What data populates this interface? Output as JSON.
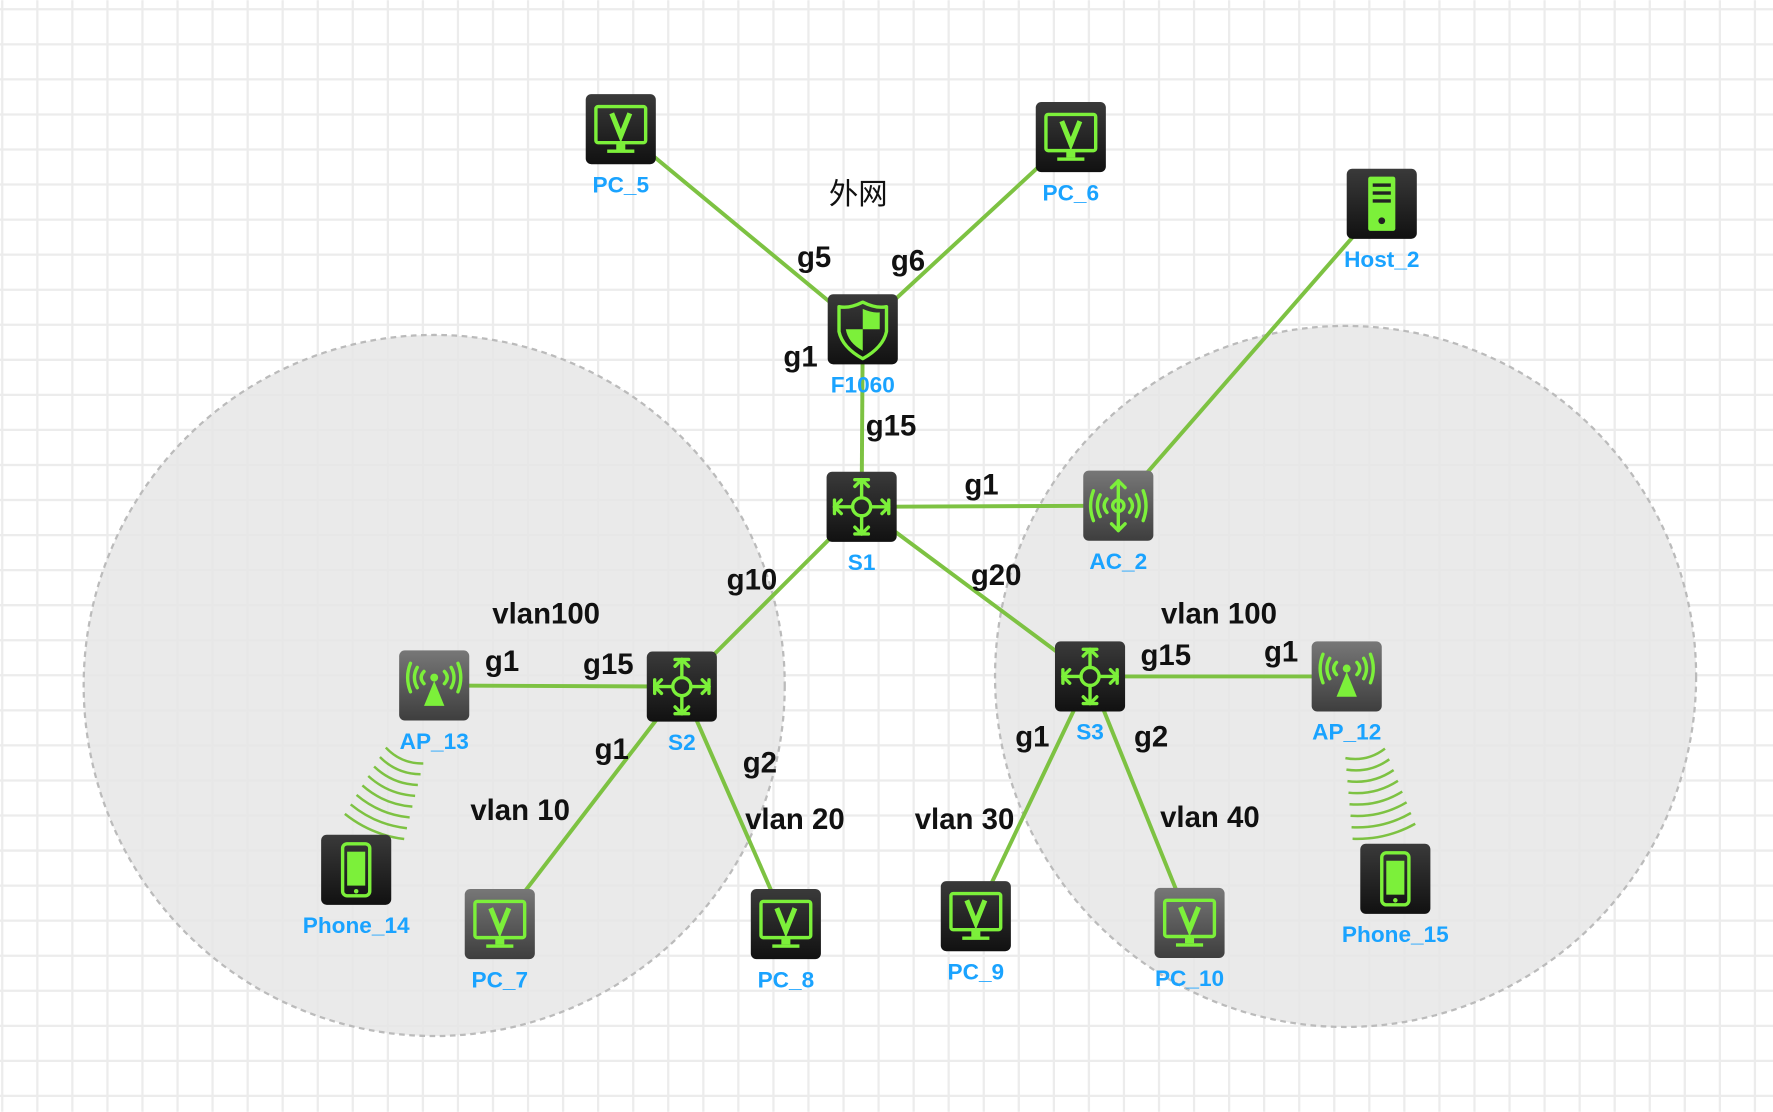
{
  "colors": {
    "link": "#7dc242",
    "glyph": "#7cf03a",
    "label": "#1aa3ff",
    "area_fill": "#e6e6e6",
    "area_border": "#bbbbbb",
    "grid": "#ececec"
  },
  "nodes": [
    {
      "id": "PC_5",
      "label": "PC_5",
      "type": "pc",
      "style": "dark"
    },
    {
      "id": "PC_6",
      "label": "PC_6",
      "type": "pc",
      "style": "dark"
    },
    {
      "id": "Host_2",
      "label": "Host_2",
      "type": "server",
      "style": "dark"
    },
    {
      "id": "F1060",
      "label": "F1060",
      "type": "firewall",
      "style": "dark"
    },
    {
      "id": "S1",
      "label": "S1",
      "type": "switch",
      "style": "dark"
    },
    {
      "id": "AC_2",
      "label": "AC_2",
      "type": "ac",
      "style": "gray"
    },
    {
      "id": "S2",
      "label": "S2",
      "type": "switch",
      "style": "dark"
    },
    {
      "id": "S3",
      "label": "S3",
      "type": "switch",
      "style": "dark"
    },
    {
      "id": "AP_13",
      "label": "AP_13",
      "type": "ap",
      "style": "gray"
    },
    {
      "id": "AP_12",
      "label": "AP_12",
      "type": "ap",
      "style": "gray"
    },
    {
      "id": "Phone_14",
      "label": "Phone_14",
      "type": "phone",
      "style": "dark"
    },
    {
      "id": "PC_7",
      "label": "PC_7",
      "type": "pc",
      "style": "gray"
    },
    {
      "id": "PC_8",
      "label": "PC_8",
      "type": "pc",
      "style": "dark"
    },
    {
      "id": "PC_9",
      "label": "PC_9",
      "type": "pc",
      "style": "dark"
    },
    {
      "id": "PC_10",
      "label": "PC_10",
      "type": "pc",
      "style": "gray"
    },
    {
      "id": "Phone_15",
      "label": "Phone_15",
      "type": "phone",
      "style": "dark"
    }
  ],
  "links": [
    {
      "from": "PC_5",
      "to": "F1060",
      "type": "wired"
    },
    {
      "from": "PC_6",
      "to": "F1060",
      "type": "wired"
    },
    {
      "from": "F1060",
      "to": "S1",
      "type": "wired"
    },
    {
      "from": "S1",
      "to": "AC_2",
      "type": "wired"
    },
    {
      "from": "AC_2",
      "to": "Host_2",
      "type": "wired"
    },
    {
      "from": "S1",
      "to": "S2",
      "type": "wired"
    },
    {
      "from": "S1",
      "to": "S3",
      "type": "wired"
    },
    {
      "from": "S2",
      "to": "AP_13",
      "type": "wired"
    },
    {
      "from": "S2",
      "to": "PC_7",
      "type": "wired"
    },
    {
      "from": "S2",
      "to": "PC_8",
      "type": "wired"
    },
    {
      "from": "S3",
      "to": "AP_12",
      "type": "wired"
    },
    {
      "from": "S3",
      "to": "PC_9",
      "type": "wired"
    },
    {
      "from": "S3",
      "to": "PC_10",
      "type": "wired"
    },
    {
      "from": "AP_13",
      "to": "Phone_14",
      "type": "wireless"
    },
    {
      "from": "AP_12",
      "to": "Phone_15",
      "type": "wireless"
    }
  ],
  "annotations": [
    {
      "text": "外网",
      "kind": "zone"
    },
    {
      "text": "g5",
      "kind": "port"
    },
    {
      "text": "g6",
      "kind": "port"
    },
    {
      "text": "g1",
      "kind": "port"
    },
    {
      "text": "g15",
      "kind": "port"
    },
    {
      "text": "g1",
      "kind": "port"
    },
    {
      "text": "g10",
      "kind": "port"
    },
    {
      "text": "g20",
      "kind": "port"
    },
    {
      "text": "vlan100",
      "kind": "vlan"
    },
    {
      "text": "g1",
      "kind": "port"
    },
    {
      "text": "g15",
      "kind": "port"
    },
    {
      "text": "g1",
      "kind": "port"
    },
    {
      "text": "g2",
      "kind": "port"
    },
    {
      "text": "vlan 10",
      "kind": "vlan"
    },
    {
      "text": "vlan 20",
      "kind": "vlan"
    },
    {
      "text": "vlan 30",
      "kind": "vlan"
    },
    {
      "text": "g1",
      "kind": "port"
    },
    {
      "text": "g2",
      "kind": "port"
    },
    {
      "text": "vlan 100",
      "kind": "vlan"
    },
    {
      "text": "g15",
      "kind": "port"
    },
    {
      "text": "g1",
      "kind": "port"
    },
    {
      "text": "vlan 40",
      "kind": "vlan"
    }
  ]
}
